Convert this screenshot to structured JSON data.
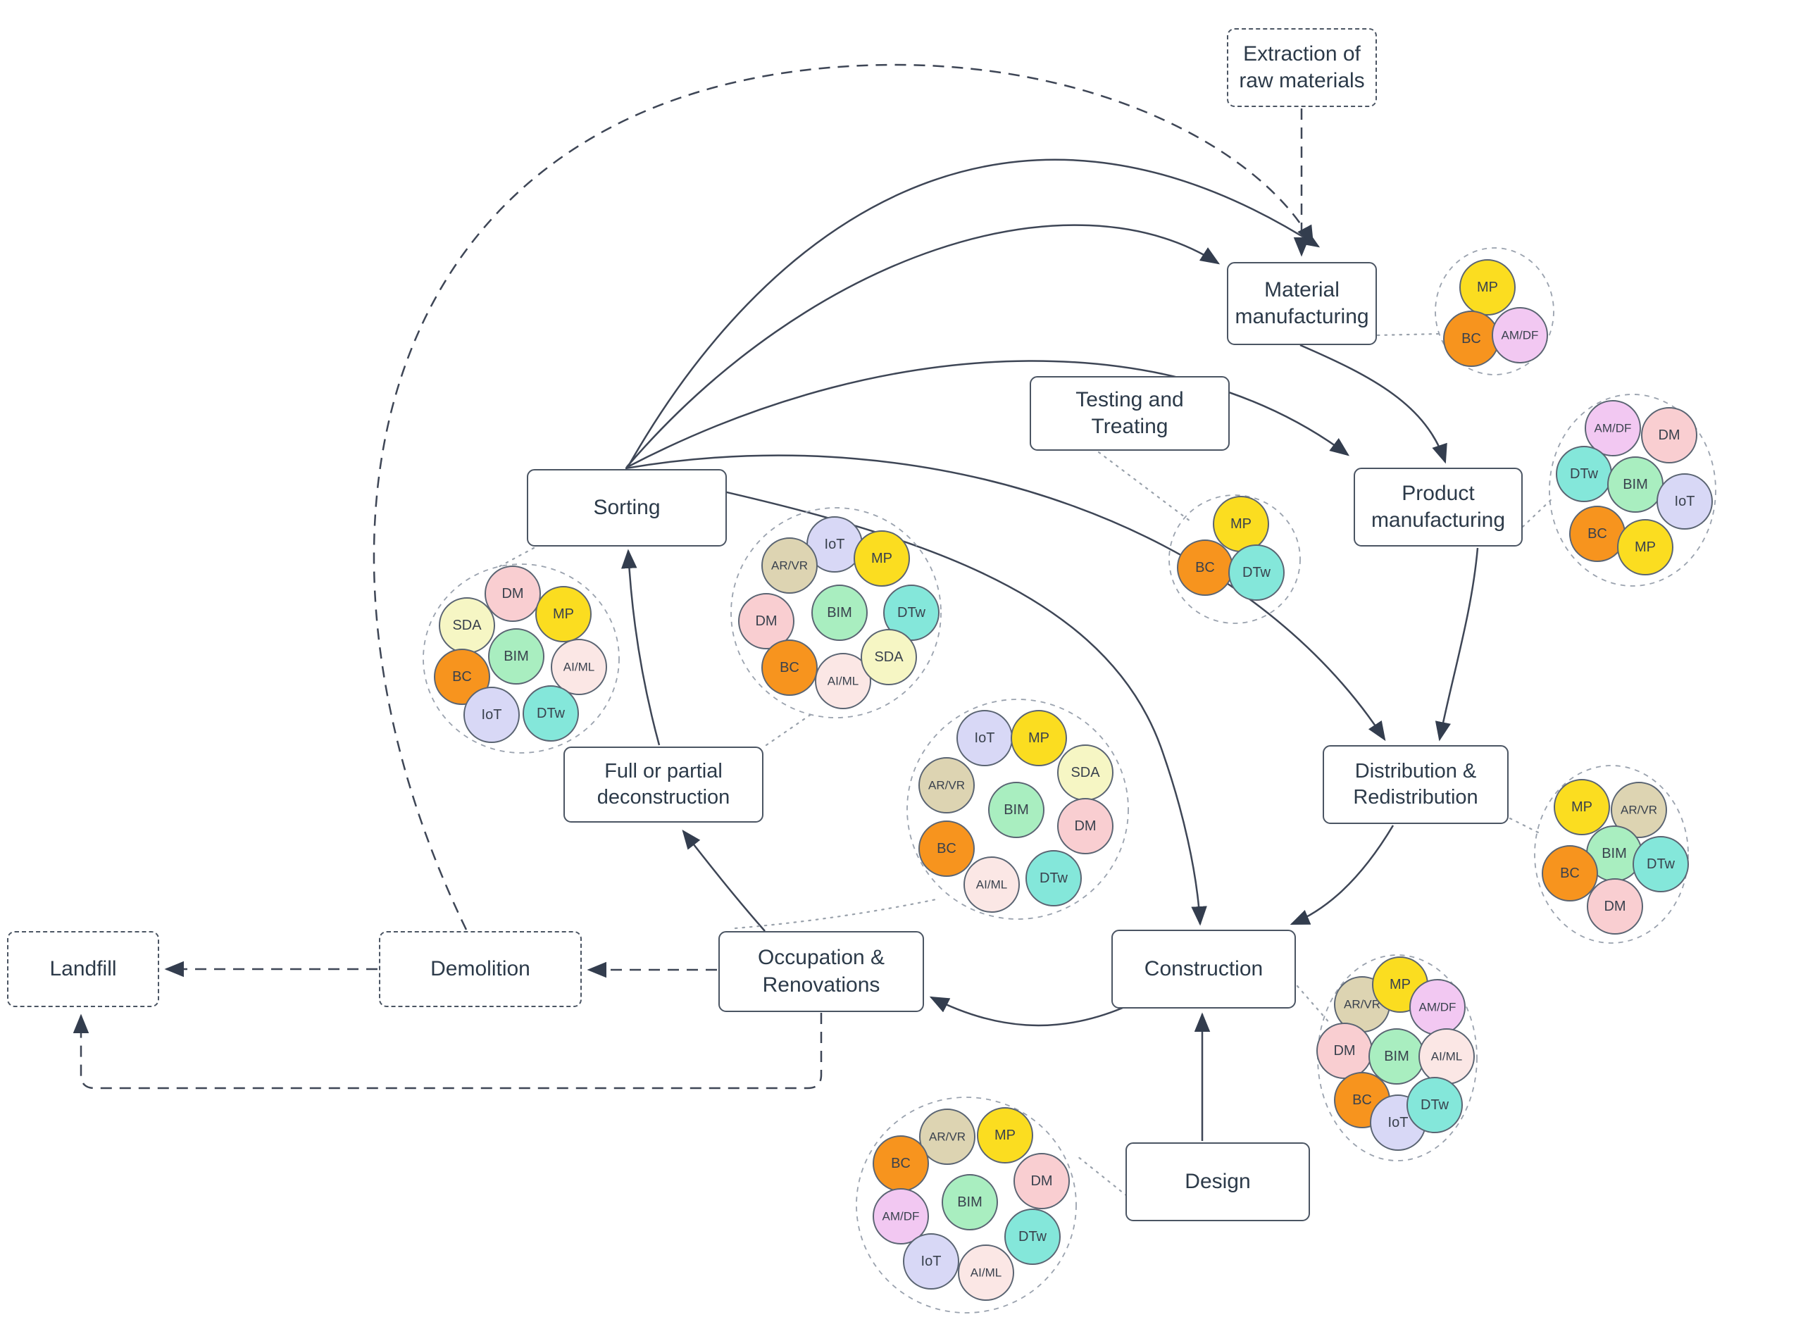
{
  "figure": {
    "background": "#ffffff",
    "description": "Circular construction lifecycle diagram with digital technology clusters"
  },
  "nodes": [
    {
      "id": "extraction",
      "label": "Extraction of raw materials",
      "border": "dashed"
    },
    {
      "id": "material-manufacturing",
      "label": "Material manufacturing",
      "border": "solid"
    },
    {
      "id": "product-manufacturing",
      "label": "Product manufacturing",
      "border": "solid"
    },
    {
      "id": "testing-treating",
      "label": "Testing and Treating",
      "border": "solid"
    },
    {
      "id": "sorting",
      "label": "Sorting",
      "border": "solid"
    },
    {
      "id": "full-partial-deconstruction",
      "label": "Full or partial deconstruction",
      "border": "solid"
    },
    {
      "id": "distribution-redistribution",
      "label": "Distribution & Redistribution",
      "border": "solid"
    },
    {
      "id": "occupation-renovations",
      "label": "Occupation & Renovations",
      "border": "solid"
    },
    {
      "id": "construction",
      "label": "Construction",
      "border": "solid"
    },
    {
      "id": "design",
      "label": "Design",
      "border": "solid"
    },
    {
      "id": "demolition",
      "label": "Demolition",
      "border": "dashed"
    },
    {
      "id": "landfill",
      "label": "Landfill",
      "border": "dashed"
    }
  ],
  "clusters": [
    {
      "for": "material-manufacturing",
      "items": [
        "MP",
        "BC",
        "AM/DF"
      ]
    },
    {
      "for": "product-manufacturing",
      "items": [
        "AM/DF",
        "DM",
        "DTw",
        "BIM",
        "IoT",
        "BC",
        "MP"
      ]
    },
    {
      "for": "testing-treating",
      "items": [
        "MP",
        "BC",
        "DTw"
      ]
    },
    {
      "for": "sorting",
      "items": [
        "DM",
        "MP",
        "SDA",
        "BIM",
        "AI/ML",
        "BC",
        "IoT",
        "DTw"
      ]
    },
    {
      "for": "full-partial-deconstruction",
      "items": [
        "IoT",
        "MP",
        "AR/VR",
        "DM",
        "BIM",
        "DTw",
        "BC",
        "AI/ML",
        "SDA"
      ]
    },
    {
      "for": "occupation-renovations",
      "items": [
        "IoT",
        "MP",
        "SDA",
        "AR/VR",
        "BIM",
        "DM",
        "BC",
        "AI/ML",
        "DTw"
      ]
    },
    {
      "for": "distribution-redistribution",
      "items": [
        "MP",
        "AR/VR",
        "BIM",
        "DTw",
        "BC",
        "DM"
      ]
    },
    {
      "for": "construction",
      "items": [
        "AR/VR",
        "MP",
        "AM/DF",
        "DM",
        "BIM",
        "AI/ML",
        "BC",
        "IoT",
        "DTw"
      ]
    },
    {
      "for": "design",
      "items": [
        "AR/VR",
        "MP",
        "BC",
        "DM",
        "BIM",
        "AM/DF",
        "DTw",
        "IoT",
        "AI/ML"
      ]
    }
  ],
  "tech_colors": {
    "MP": "#fbdd20",
    "BC": "#f7941e",
    "BIM": "#a9eec0",
    "DTw": "#84e7da",
    "IoT": "#d8d8f6",
    "DM": "#f9ced1",
    "AI/ML": "#fbe7e5",
    "SDA": "#f6f6c4",
    "AR/VR": "#ddd4b2",
    "AM/DF": "#f2c8f2"
  },
  "style_colors": {
    "box_border": "#4b5563",
    "box_text": "#2c3a49",
    "edge": "#3e4656",
    "cluster_outline": "#9aa2ae",
    "circle_border": "#5a6472"
  },
  "edges": [
    {
      "from": "Extraction of raw materials",
      "to": "Material manufacturing",
      "style": "dashed"
    },
    {
      "from": "Demolition",
      "to": "Material manufacturing",
      "style": "dashed"
    },
    {
      "from": "Sorting",
      "to": "Material manufacturing",
      "style": "solid"
    },
    {
      "from": "Sorting",
      "to": "Material manufacturing",
      "style": "solid"
    },
    {
      "from": "Sorting",
      "to": "Product manufacturing",
      "style": "solid"
    },
    {
      "from": "Sorting",
      "to": "Distribution & Redistribution",
      "style": "solid"
    },
    {
      "from": "Sorting",
      "to": "Construction",
      "style": "solid"
    },
    {
      "from": "Material manufacturing",
      "to": "Product manufacturing",
      "style": "solid"
    },
    {
      "from": "Product manufacturing",
      "to": "Distribution & Redistribution",
      "style": "solid"
    },
    {
      "from": "Distribution & Redistribution",
      "to": "Construction",
      "style": "solid"
    },
    {
      "from": "Construction",
      "to": "Occupation & Renovations",
      "style": "solid"
    },
    {
      "from": "Occupation & Renovations",
      "to": "Full or partial deconstruction",
      "style": "solid"
    },
    {
      "from": "Full or partial deconstruction",
      "to": "Sorting",
      "style": "solid"
    },
    {
      "from": "Design",
      "to": "Construction",
      "style": "solid"
    },
    {
      "from": "Occupation & Renovations",
      "to": "Demolition",
      "style": "dashed"
    },
    {
      "from": "Demolition",
      "to": "Landfill",
      "style": "dashed"
    },
    {
      "from": "Occupation & Renovations",
      "to": "Landfill",
      "style": "dashed"
    }
  ]
}
